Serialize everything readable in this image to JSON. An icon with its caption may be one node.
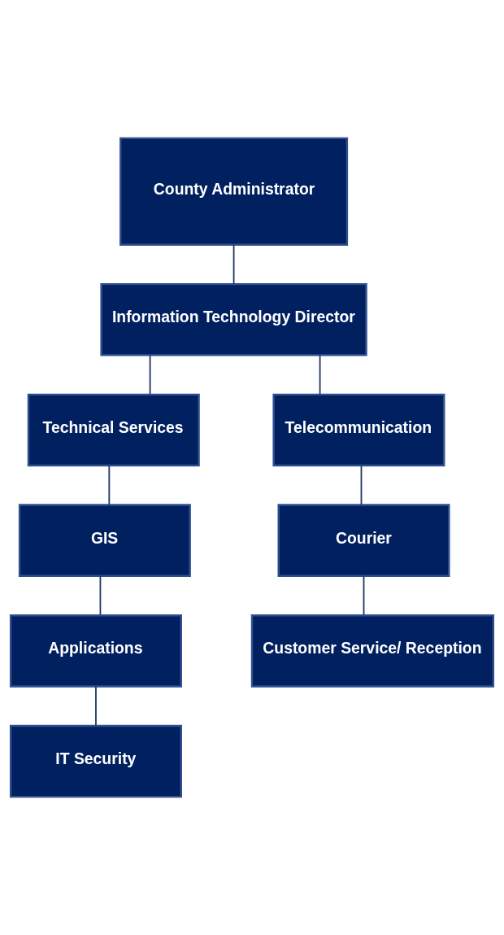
{
  "diagram": {
    "nodes": [
      {
        "text": [
          "County Administrator"
        ]
      },
      {
        "text": [
          "Information Technology Director"
        ]
      },
      {
        "text": [
          "Technical Services"
        ]
      },
      {
        "text": [
          "GIS"
        ]
      },
      {
        "text": [
          "Applications"
        ]
      },
      {
        "text": [
          "IT Security"
        ]
      },
      {
        "text": [
          "Telecommunication"
        ]
      },
      {
        "text": [
          "Courier"
        ]
      },
      {
        "text": [
          "Customer Service/ Reception"
        ]
      }
    ],
    "edges": [
      {
        "from": 0,
        "to": 1,
        "arrow": "none"
      },
      {
        "from": 1,
        "to": 2,
        "arrow": "none"
      },
      {
        "from": 1,
        "to": 6,
        "arrow": "none"
      },
      {
        "from": 2,
        "to": 3,
        "arrow": "none"
      },
      {
        "from": 3,
        "to": 4,
        "arrow": "none"
      },
      {
        "from": 4,
        "to": 5,
        "arrow": "none"
      },
      {
        "from": 6,
        "to": 7,
        "arrow": "none"
      },
      {
        "from": 7,
        "to": 8,
        "arrow": "none"
      }
    ]
  }
}
